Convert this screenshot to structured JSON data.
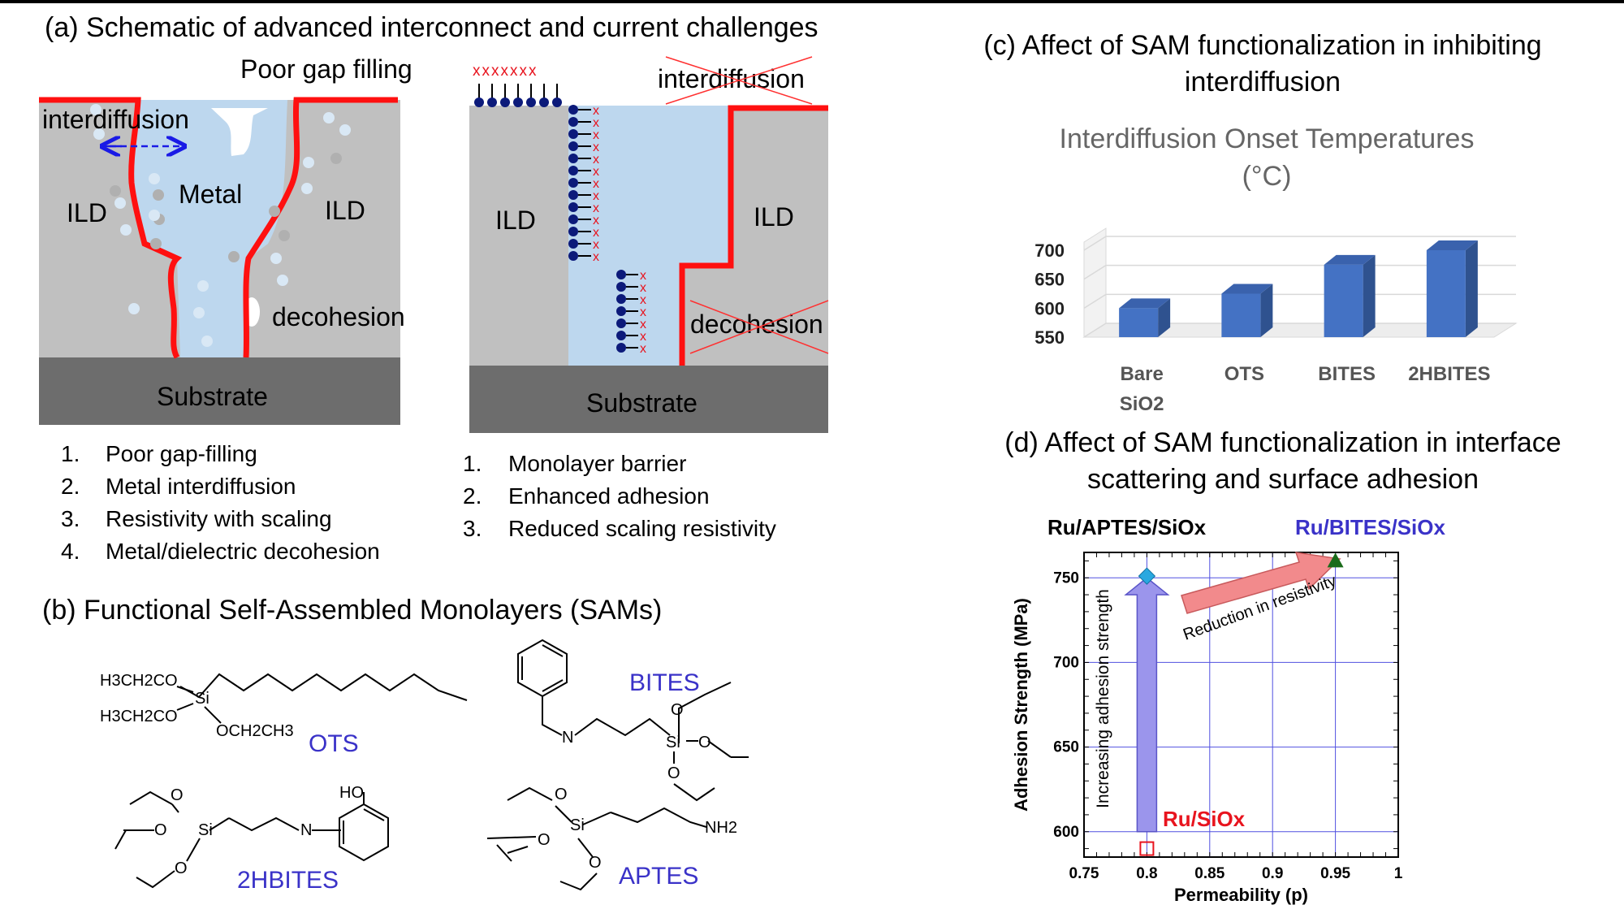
{
  "panel_a": {
    "title": "(a) Schematic of advanced interconnect and current challenges",
    "left": {
      "poor_gap": "Poor gap filling",
      "interdiffusion": "interdiffusion",
      "metal": "Metal",
      "ild_left": "ILD",
      "ild_right": "ILD",
      "decohesion": "decohesion",
      "substrate": "Substrate"
    },
    "right": {
      "interdiffusion": "interdiffusion",
      "ild_left": "ILD",
      "ild_right": "ILD",
      "decohesion": "decohesion",
      "substrate": "Substrate",
      "x_row": "xxxxxxx"
    },
    "challenges": [
      {
        "num": "1.",
        "text": "Poor gap-filling"
      },
      {
        "num": "2.",
        "text": "Metal interdiffusion"
      },
      {
        "num": "3.",
        "text": "Resistivity with scaling"
      },
      {
        "num": "4.",
        "text": "Metal/dielectric decohesion"
      }
    ],
    "benefits": [
      {
        "num": "1.",
        "text": "Monolayer barrier"
      },
      {
        "num": "2.",
        "text": "Enhanced adhesion"
      },
      {
        "num": "3.",
        "text": "Reduced scaling resistivity"
      }
    ]
  },
  "panel_b": {
    "title": "(b) Functional Self-Assembled Monolayers (SAMs)",
    "sams": [
      "OTS",
      "BITES",
      "2HBITES",
      "APTES"
    ],
    "ots_labels": {
      "g1": "H3CH2CO",
      "si": "Si",
      "g2": "H3CH2CO",
      "g3": "OCH2CH3"
    },
    "bites_labels": {
      "n": "N",
      "si": "Si",
      "o1": "O",
      "o2": "O",
      "o3": "O"
    },
    "hbites_labels": {
      "ho": "HO",
      "n": "N",
      "si": "Si",
      "o1": "O",
      "o2": "O",
      "o3": "O"
    },
    "aptes_labels": {
      "nh2": "NH2",
      "si": "Si",
      "o1": "O",
      "o2": "O",
      "o3": "O"
    }
  },
  "panel_c": {
    "title_line1": "(c) Affect of SAM functionalization in inhibiting",
    "title_line2": "interdiffusion",
    "colors": {
      "bar_front": "#4472c4",
      "bar_side": "#2f528f",
      "bar_top": "#3a62ad"
    }
  },
  "panel_d": {
    "title_line1": "(d) Affect of SAM functionalization in interface",
    "title_line2": "scattering and surface adhesion",
    "labels": {
      "ru_aptes": "Ru/APTES/SiOx",
      "ru_bites": "Ru/BITES/SiOx",
      "ru_siox": "Ru/SiOx",
      "increasing": "Increasing adhesion strength",
      "reduction": "Reduction in resistivity"
    },
    "colors": {
      "ru_bites": "#3a32c8",
      "ru_siox": "#e8141e",
      "arrow_up": "#9b95ec",
      "arrow_right": "#f28a8c"
    }
  },
  "chart_data": [
    {
      "type": "bar",
      "title": "Interdiffusion Onset Temperatures",
      "subtitle": "(°C)",
      "categories": [
        "Bare SiO2",
        "OTS",
        "BITES",
        "2HBITES"
      ],
      "category_lines": [
        [
          "Bare",
          "SiO2"
        ],
        [
          "OTS"
        ],
        [
          "BITES"
        ],
        [
          "2HBITES"
        ]
      ],
      "values": [
        600,
        625,
        675,
        700
      ],
      "ylim": [
        550,
        700
      ],
      "yticks": [
        550,
        600,
        650,
        700
      ],
      "grid": true,
      "style": "3d"
    },
    {
      "type": "scatter",
      "xlabel": "Permeability (p)",
      "ylabel": "Adhesion Strength (MPa)",
      "xlim": [
        0.75,
        1
      ],
      "ylim": [
        585,
        765
      ],
      "xticks": [
        "0.75",
        "0.8",
        "0.85",
        "0.9",
        "0.95",
        "1"
      ],
      "yticks": [
        "600",
        "650",
        "700",
        "750"
      ],
      "grid": true,
      "series": [
        {
          "name": "Ru/SiOx",
          "x": 0.8,
          "y": 590,
          "marker": "square-open",
          "color": "#e8141e"
        },
        {
          "name": "Ru/APTES/SiOx",
          "x": 0.8,
          "y": 751,
          "marker": "diamond",
          "color": "#29a8e0"
        },
        {
          "name": "Ru/BITES/SiOx",
          "x": 0.95,
          "y": 760,
          "marker": "triangle",
          "color": "#1a6b1a"
        }
      ]
    }
  ]
}
